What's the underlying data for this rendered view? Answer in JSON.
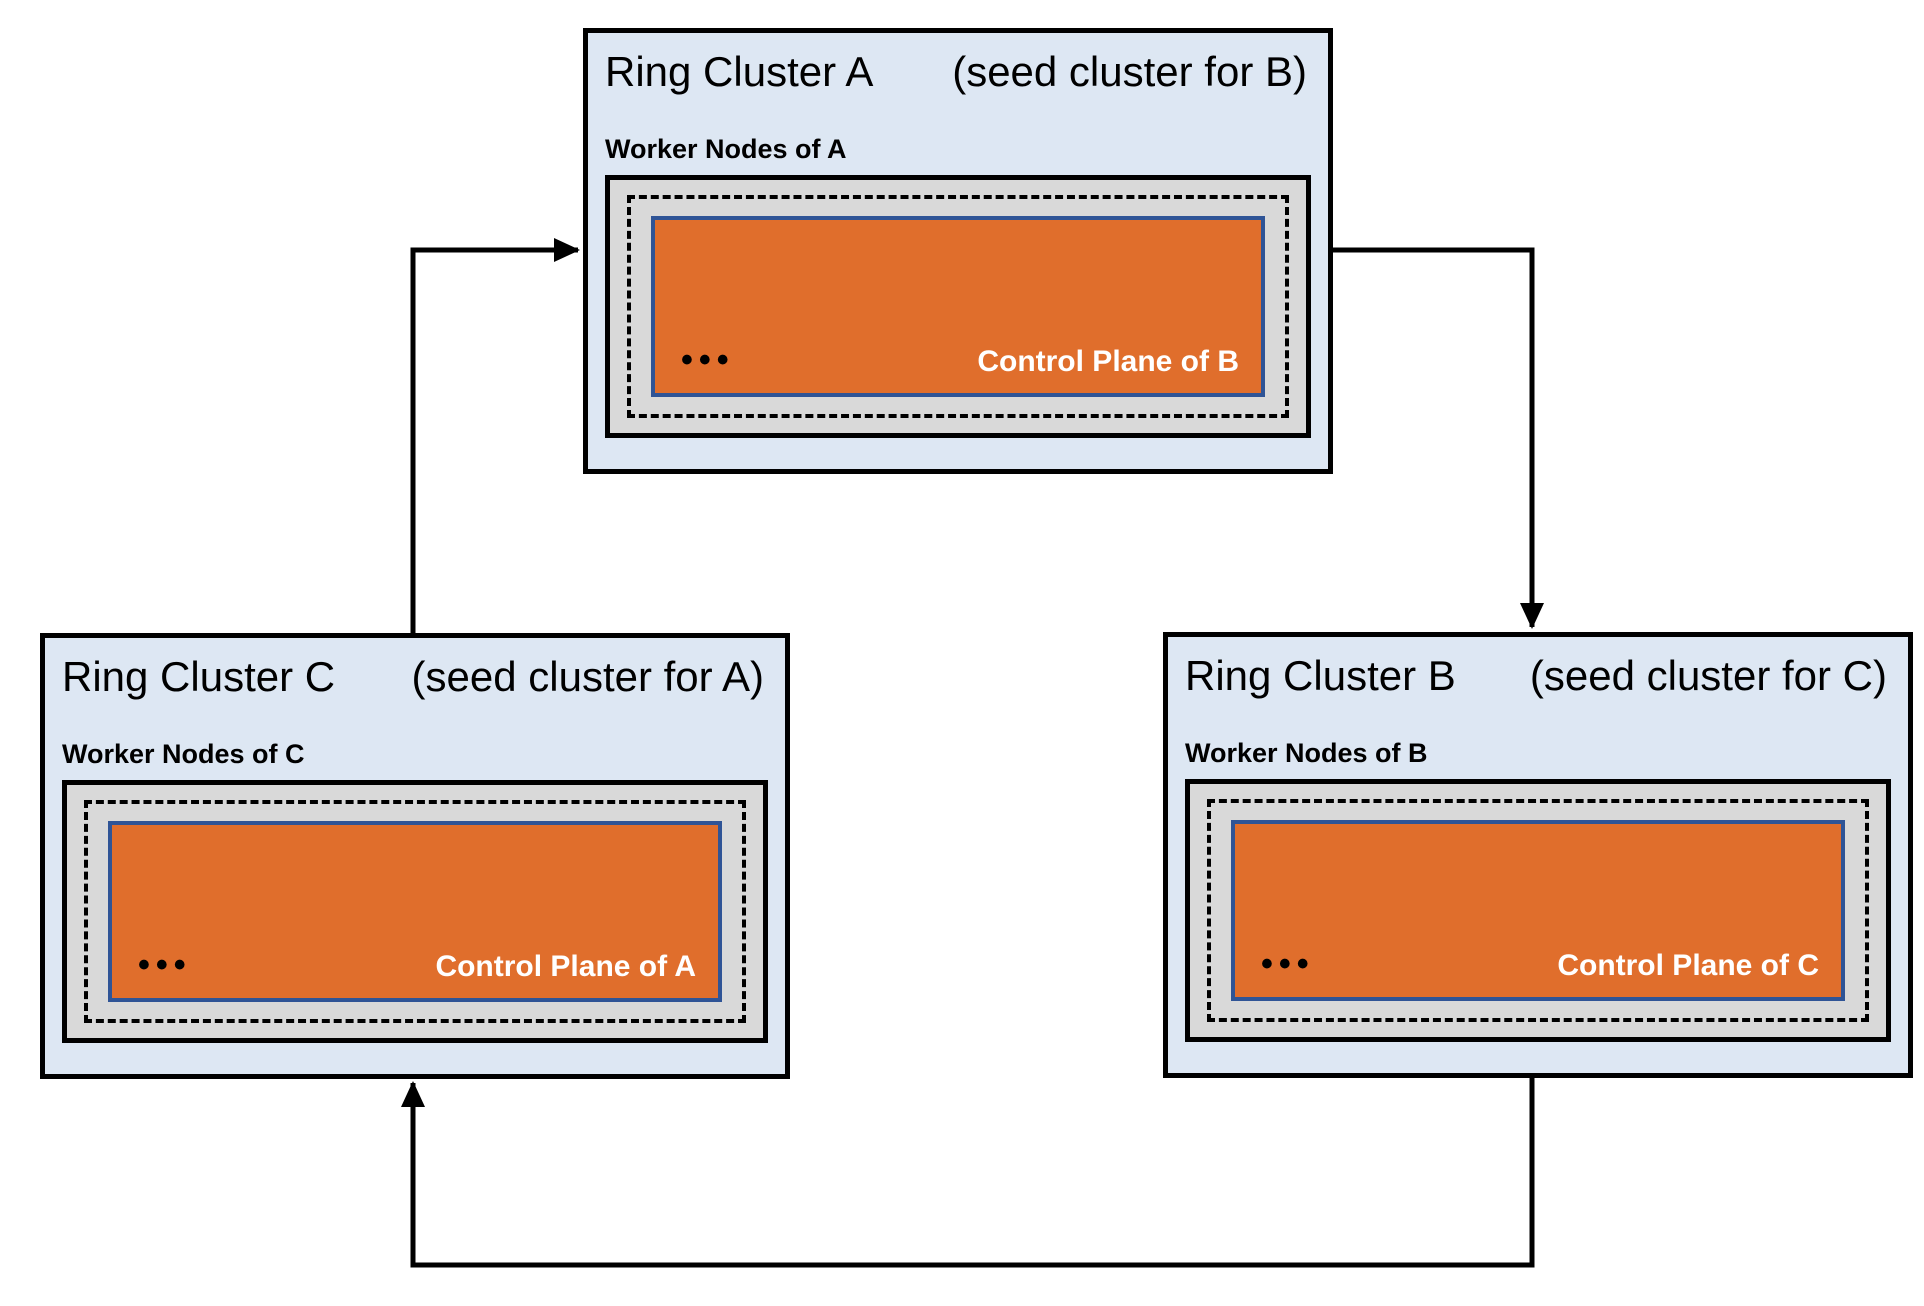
{
  "diagram": {
    "description": "Three ring clusters seeding each other's control planes in a cycle",
    "dots_label": "•••"
  },
  "clusters": [
    {
      "id": "A",
      "title": "Ring Cluster A",
      "subtitle": "(seed cluster for B)",
      "worker_label": "Worker Nodes of A",
      "control_plane_label": "Control Plane of B"
    },
    {
      "id": "B",
      "title": "Ring Cluster B",
      "subtitle": "(seed cluster for C)",
      "worker_label": "Worker Nodes of B",
      "control_plane_label": "Control Plane of C"
    },
    {
      "id": "C",
      "title": "Ring Cluster C",
      "subtitle": "(seed cluster for A)",
      "worker_label": "Worker Nodes of C",
      "control_plane_label": "Control Plane of A"
    }
  ],
  "arrows": [
    {
      "from": "C",
      "to": "A"
    },
    {
      "from": "A",
      "to": "B"
    },
    {
      "from": "B",
      "to": "C"
    }
  ],
  "colors": {
    "cluster_bg": "#dde7f3",
    "worker_bg": "#d9d9d9",
    "control_plane_bg": "#e06e2c",
    "control_plane_border": "#2f5496",
    "line": "#000000",
    "control_plane_text": "#ffffff"
  }
}
